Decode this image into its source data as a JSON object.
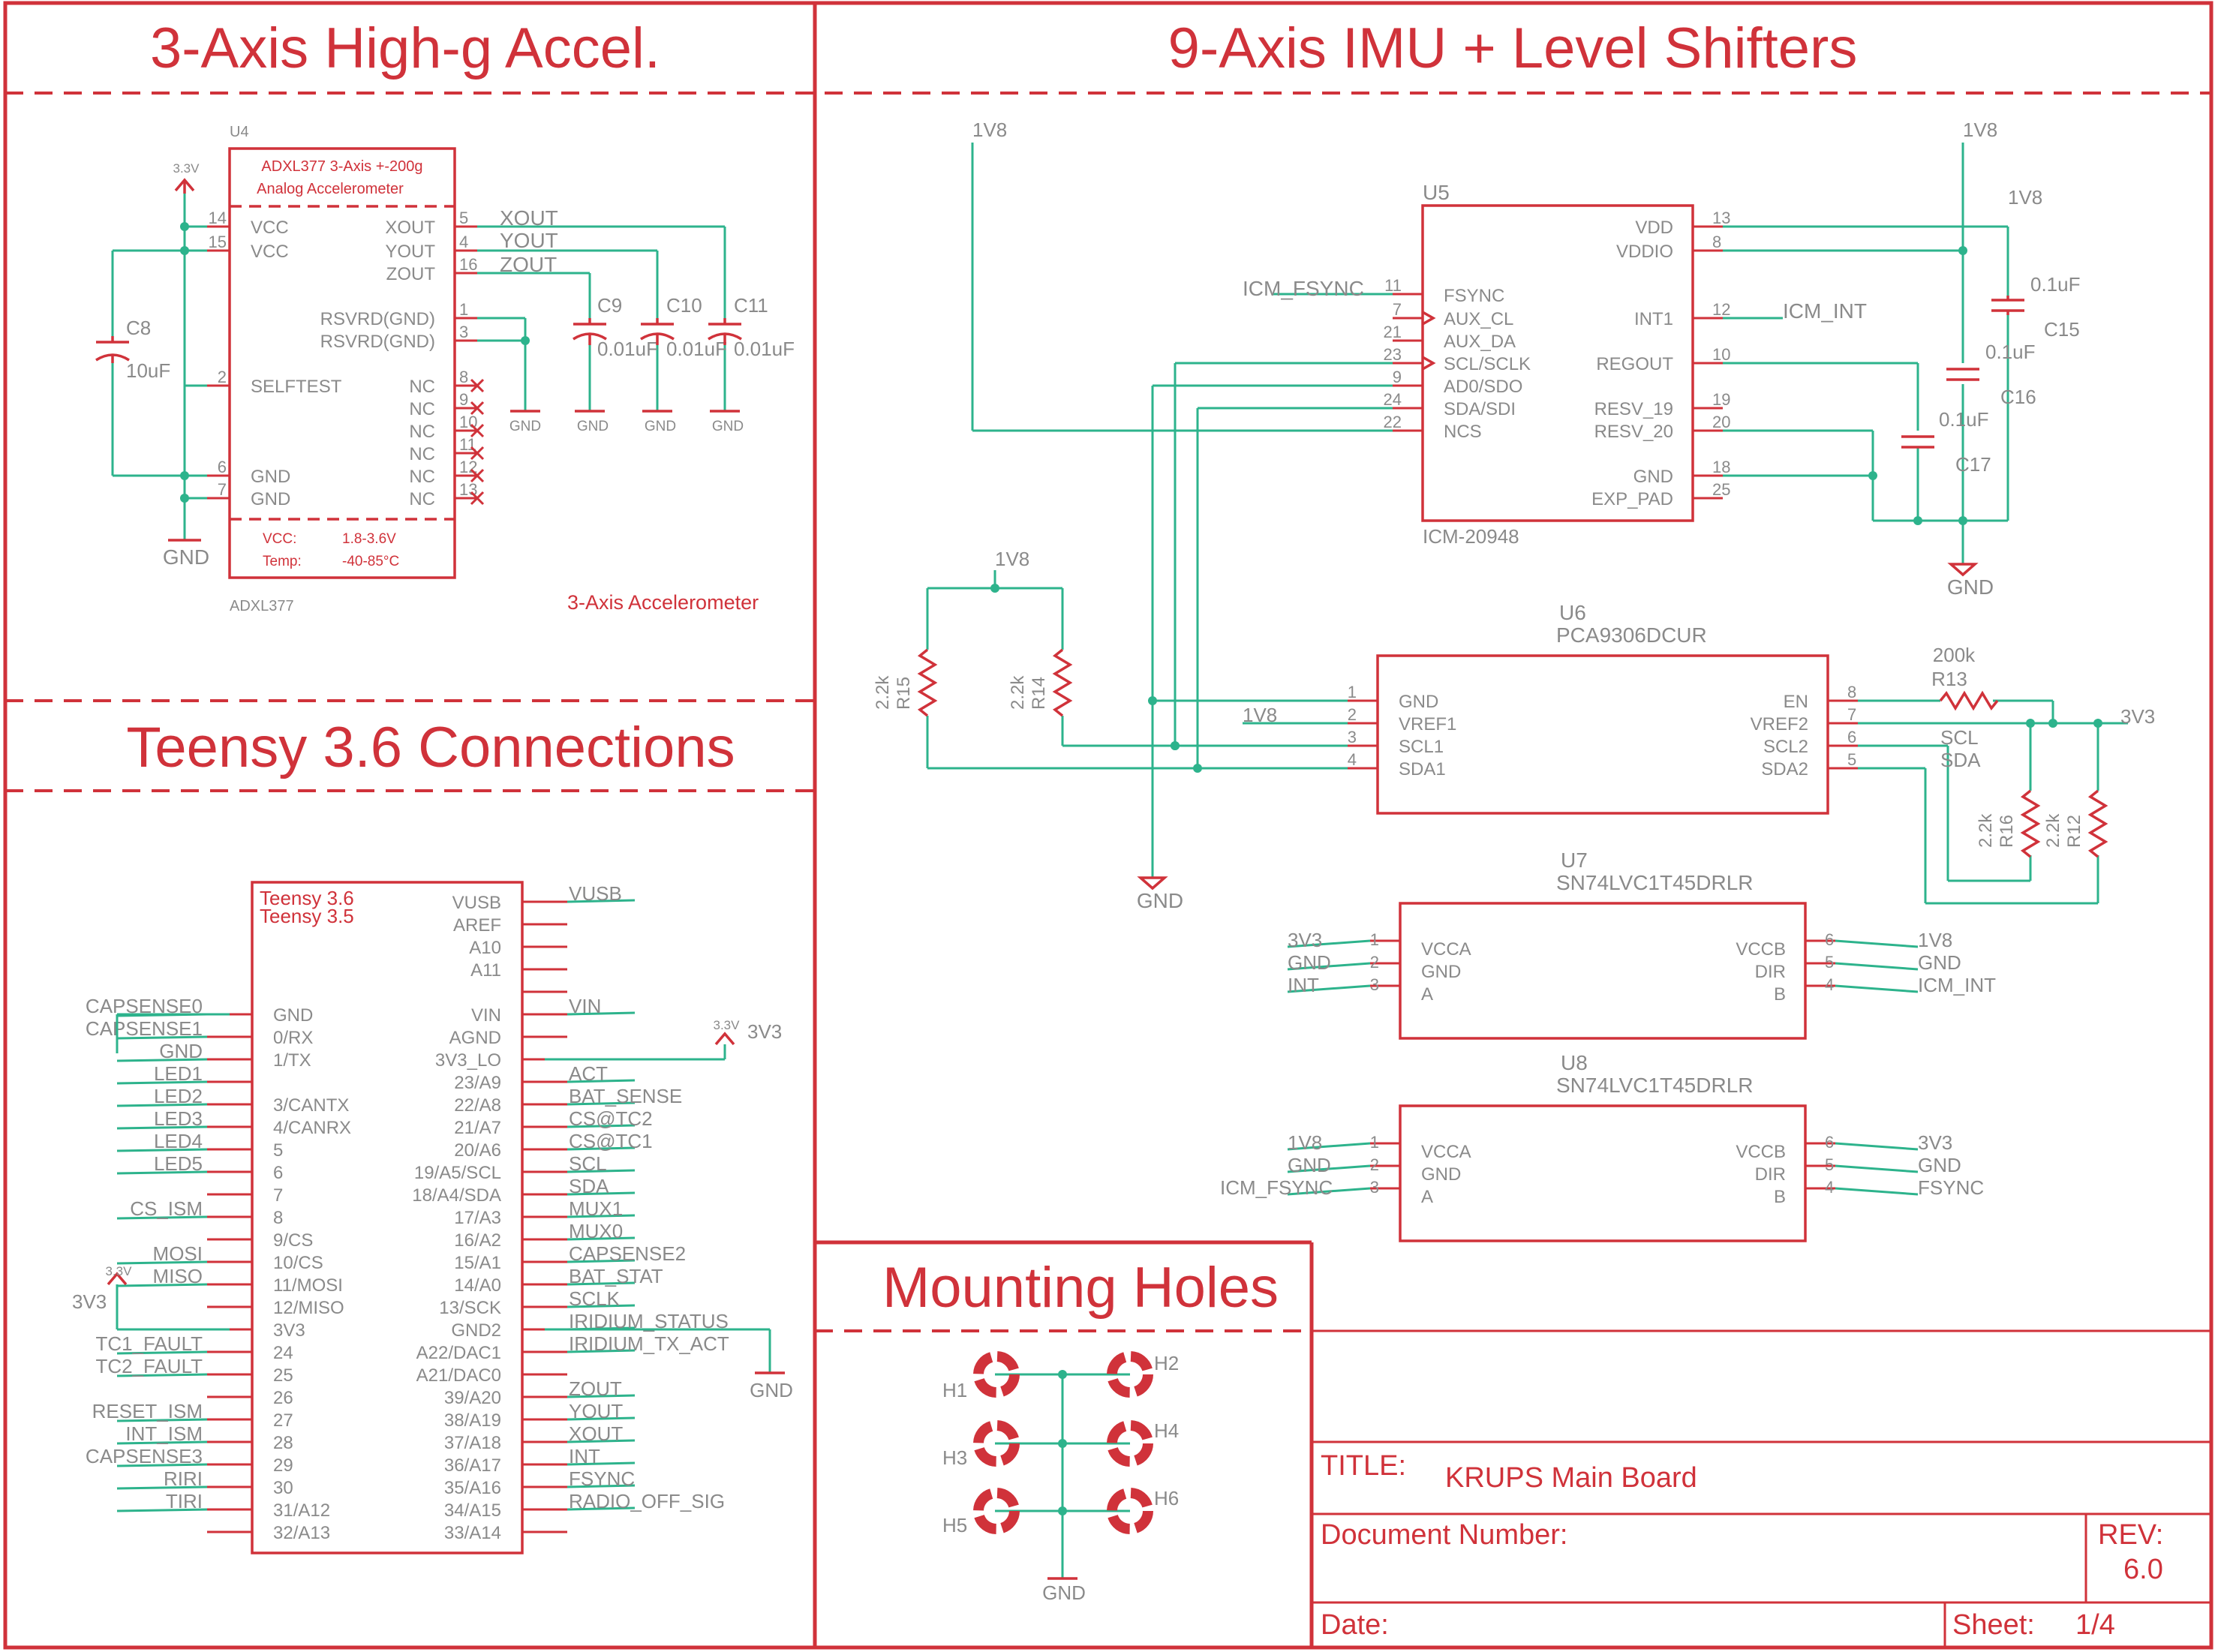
{
  "titles": {
    "accel": "3-Axis High-g Accel.",
    "imu": "9-Axis IMU + Level Shifters",
    "teensy": "Teensy 3.6 Connections",
    "holes": "Mounting Holes"
  },
  "u4": {
    "ref": "U4",
    "line1": "ADXL377 3-Axis +-200g",
    "line2": "Analog Accelerometer",
    "left_pins": [
      {
        "num": "14",
        "name": "VCC"
      },
      {
        "num": "15",
        "name": "VCC"
      },
      {
        "num": "2",
        "name": "SELFTEST"
      },
      {
        "num": "6",
        "name": "GND"
      },
      {
        "num": "7",
        "name": "GND"
      }
    ],
    "right_pins": [
      {
        "num": "5",
        "name": "XOUT",
        "net": "XOUT"
      },
      {
        "num": "4",
        "name": "YOUT",
        "net": "YOUT"
      },
      {
        "num": "16",
        "name": "ZOUT",
        "net": "ZOUT"
      },
      {
        "num": "1",
        "name": "RSVRD(GND)"
      },
      {
        "num": "3",
        "name": "RSVRD(GND)"
      },
      {
        "num": "8",
        "name": "NC"
      },
      {
        "num": "9",
        "name": "NC"
      },
      {
        "num": "10",
        "name": "NC"
      },
      {
        "num": "11",
        "name": "NC"
      },
      {
        "num": "12",
        "name": "NC"
      },
      {
        "num": "13",
        "name": "NC"
      }
    ],
    "vcc_label": "VCC:",
    "vcc_value": "1.8-3.6V",
    "temp_label": "Temp:",
    "temp_value": "-40-85°C",
    "value": "ADXL377",
    "caption": "3-Axis Accelerometer"
  },
  "accel_caps": {
    "c8": {
      "ref": "C8",
      "value": "10uF"
    },
    "c9": {
      "ref": "C9",
      "value": "0.01uF"
    },
    "c10": {
      "ref": "C10",
      "value": "0.01uF"
    },
    "c11": {
      "ref": "C11",
      "value": "0.01uF"
    }
  },
  "power": {
    "v33": "3.3V",
    "gnd": "GND",
    "v1v8": "1V8",
    "v3v3": "3V3"
  },
  "u5": {
    "ref": "U5",
    "value": "ICM-20948",
    "left_pins": [
      {
        "num": "11",
        "name": "FSYNC",
        "net": "ICM_FSYNC"
      },
      {
        "num": "7",
        "name": "AUX_CL"
      },
      {
        "num": "21",
        "name": "AUX_DA"
      },
      {
        "num": "23",
        "name": "SCL/SCLK"
      },
      {
        "num": "9",
        "name": "AD0/SDO"
      },
      {
        "num": "24",
        "name": "SDA/SDI"
      },
      {
        "num": "22",
        "name": "NCS"
      }
    ],
    "right_pins": [
      {
        "num": "13",
        "name": "VDD"
      },
      {
        "num": "8",
        "name": "VDDIO"
      },
      {
        "num": "12",
        "name": "INT1",
        "net": "ICM_INT"
      },
      {
        "num": "10",
        "name": "REGOUT"
      },
      {
        "num": "19",
        "name": "RESV_19"
      },
      {
        "num": "20",
        "name": "RESV_20"
      },
      {
        "num": "18",
        "name": "GND"
      },
      {
        "num": "25",
        "name": "EXP_PAD"
      }
    ]
  },
  "imu_caps": {
    "c15": {
      "ref": "C15",
      "value": "0.1uF"
    },
    "c16": {
      "ref": "C16",
      "value": "0.1uF"
    },
    "c17": {
      "ref": "C17",
      "value": "0.1uF"
    }
  },
  "u6": {
    "ref": "U6",
    "value": "PCA9306DCUR",
    "left_pins": [
      {
        "num": "1",
        "name": "GND"
      },
      {
        "num": "2",
        "name": "VREF1",
        "net": "1V8"
      },
      {
        "num": "3",
        "name": "SCL1"
      },
      {
        "num": "4",
        "name": "SDA1"
      }
    ],
    "right_pins": [
      {
        "num": "8",
        "name": "EN"
      },
      {
        "num": "7",
        "name": "VREF2"
      },
      {
        "num": "6",
        "name": "SCL2",
        "net": "SCL"
      },
      {
        "num": "5",
        "name": "SDA2",
        "net": "SDA"
      }
    ]
  },
  "resistors": {
    "r12": {
      "ref": "R12",
      "value": "2.2k"
    },
    "r13": {
      "ref": "R13",
      "value": "200k"
    },
    "r14": {
      "ref": "R14",
      "value": "2.2k"
    },
    "r15": {
      "ref": "R15",
      "value": "2.2k"
    },
    "r16": {
      "ref": "R16",
      "value": "2.2k"
    }
  },
  "u7": {
    "ref": "U7",
    "value": "SN74LVC1T45DRLR",
    "left_pins": [
      {
        "num": "1",
        "name": "VCCA",
        "net": "3V3"
      },
      {
        "num": "2",
        "name": "GND",
        "net": "GND"
      },
      {
        "num": "3",
        "name": "A",
        "net": "INT"
      }
    ],
    "right_pins": [
      {
        "num": "6",
        "name": "VCCB",
        "net": "1V8"
      },
      {
        "num": "5",
        "name": "DIR",
        "net": "GND"
      },
      {
        "num": "4",
        "name": "B",
        "net": "ICM_INT"
      }
    ]
  },
  "u8": {
    "ref": "U8",
    "value": "SN74LVC1T45DRLR",
    "left_pins": [
      {
        "num": "1",
        "name": "VCCA",
        "net": "1V8"
      },
      {
        "num": "2",
        "name": "GND",
        "net": "GND"
      },
      {
        "num": "3",
        "name": "A",
        "net": "ICM_FSYNC"
      }
    ],
    "right_pins": [
      {
        "num": "6",
        "name": "VCCB",
        "net": "3V3"
      },
      {
        "num": "5",
        "name": "DIR",
        "net": "GND"
      },
      {
        "num": "4",
        "name": "B",
        "net": "FSYNC"
      }
    ]
  },
  "teensy": {
    "ref1": "Teensy 3.6",
    "ref2": "Teensy 3.5",
    "left_pins": [
      {
        "name": "GND",
        "net": "CAPSENSE0"
      },
      {
        "name": "0/RX",
        "net": "CAPSENSE1"
      },
      {
        "name": "1/TX",
        "net": "GND"
      },
      {
        "name": "",
        "net": "LED1"
      },
      {
        "name": "3/CANTX",
        "net": "LED2"
      },
      {
        "name": "4/CANRX",
        "net": "LED3"
      },
      {
        "name": "5",
        "net": "LED4"
      },
      {
        "name": "6",
        "net": "LED5"
      },
      {
        "name": "7",
        "net": ""
      },
      {
        "name": "8",
        "net": "CS_ISM"
      },
      {
        "name": "9/CS",
        "net": ""
      },
      {
        "name": "10/CS",
        "net": "MOSI"
      },
      {
        "name": "11/MOSI",
        "net": "MISO"
      },
      {
        "name": "12/MISO",
        "net": ""
      },
      {
        "name": "3V3",
        "net": ""
      },
      {
        "name": "24",
        "net": "TC1_FAULT"
      },
      {
        "name": "25",
        "net": "TC2_FAULT"
      },
      {
        "name": "26",
        "net": ""
      },
      {
        "name": "27",
        "net": "RESET_ISM"
      },
      {
        "name": "28",
        "net": "INT_ISM"
      },
      {
        "name": "29",
        "net": "CAPSENSE3"
      },
      {
        "name": "30",
        "net": "RIRI"
      },
      {
        "name": "31/A12",
        "net": "TIRI"
      },
      {
        "name": "32/A13",
        "net": ""
      }
    ],
    "right_pins": [
      {
        "name": "VUSB",
        "net": "VUSB"
      },
      {
        "name": "AREF",
        "net": ""
      },
      {
        "name": "A10",
        "net": ""
      },
      {
        "name": "A11",
        "net": ""
      },
      {
        "name": "",
        "net": ""
      },
      {
        "name": "VIN",
        "net": "VIN"
      },
      {
        "name": "AGND",
        "net": ""
      },
      {
        "name": "3V3_LO",
        "net": ""
      },
      {
        "name": "23/A9",
        "net": "ACT"
      },
      {
        "name": "22/A8",
        "net": "BAT_SENSE"
      },
      {
        "name": "21/A7",
        "net": "CS@TC2"
      },
      {
        "name": "20/A6",
        "net": "CS@TC1"
      },
      {
        "name": "19/A5/SCL",
        "net": "SCL"
      },
      {
        "name": "18/A4/SDA",
        "net": "SDA"
      },
      {
        "name": "17/A3",
        "net": "MUX1"
      },
      {
        "name": "16/A2",
        "net": "MUX0"
      },
      {
        "name": "15/A1",
        "net": "CAPSENSE2"
      },
      {
        "name": "14/A0",
        "net": "BAT_STAT"
      },
      {
        "name": "13/SCK",
        "net": "SCLK"
      },
      {
        "name": "GND2",
        "net": "IRIDIUM_STATUS"
      },
      {
        "name": "A22/DAC1",
        "net": "IRIDIUM_TX_ACT"
      },
      {
        "name": "A21/DAC0",
        "net": ""
      },
      {
        "name": "39/A20",
        "net": "ZOUT"
      },
      {
        "name": "38/A19",
        "net": "YOUT"
      },
      {
        "name": "37/A18",
        "net": "XOUT"
      },
      {
        "name": "36/A17",
        "net": "INT"
      },
      {
        "name": "35/A16",
        "net": "FSYNC"
      },
      {
        "name": "34/A15",
        "net": "RADIO_OFF_SIG"
      },
      {
        "name": "33/A14",
        "net": ""
      }
    ],
    "v33_label": "3.3V",
    "v3v3_left": "3V3",
    "v3v3_right": "3V3",
    "gnd_right": "GND"
  },
  "holes": {
    "h1": "H1",
    "h2": "H2",
    "h3": "H3",
    "h4": "H4",
    "h5": "H5",
    "h6": "H6",
    "gnd": "GND"
  },
  "titleblock": {
    "title_label": "TITLE:",
    "title_value": "KRUPS Main Board",
    "docnum_label": "Document Number:",
    "rev_label": "REV:",
    "rev_value": "6.0",
    "date_label": "Date:",
    "sheet_label": "Sheet:",
    "sheet_value": "1/4"
  },
  "colors": {
    "symbol": "#d0323a",
    "wire": "#2db38c",
    "text": "#8a8a8a"
  }
}
